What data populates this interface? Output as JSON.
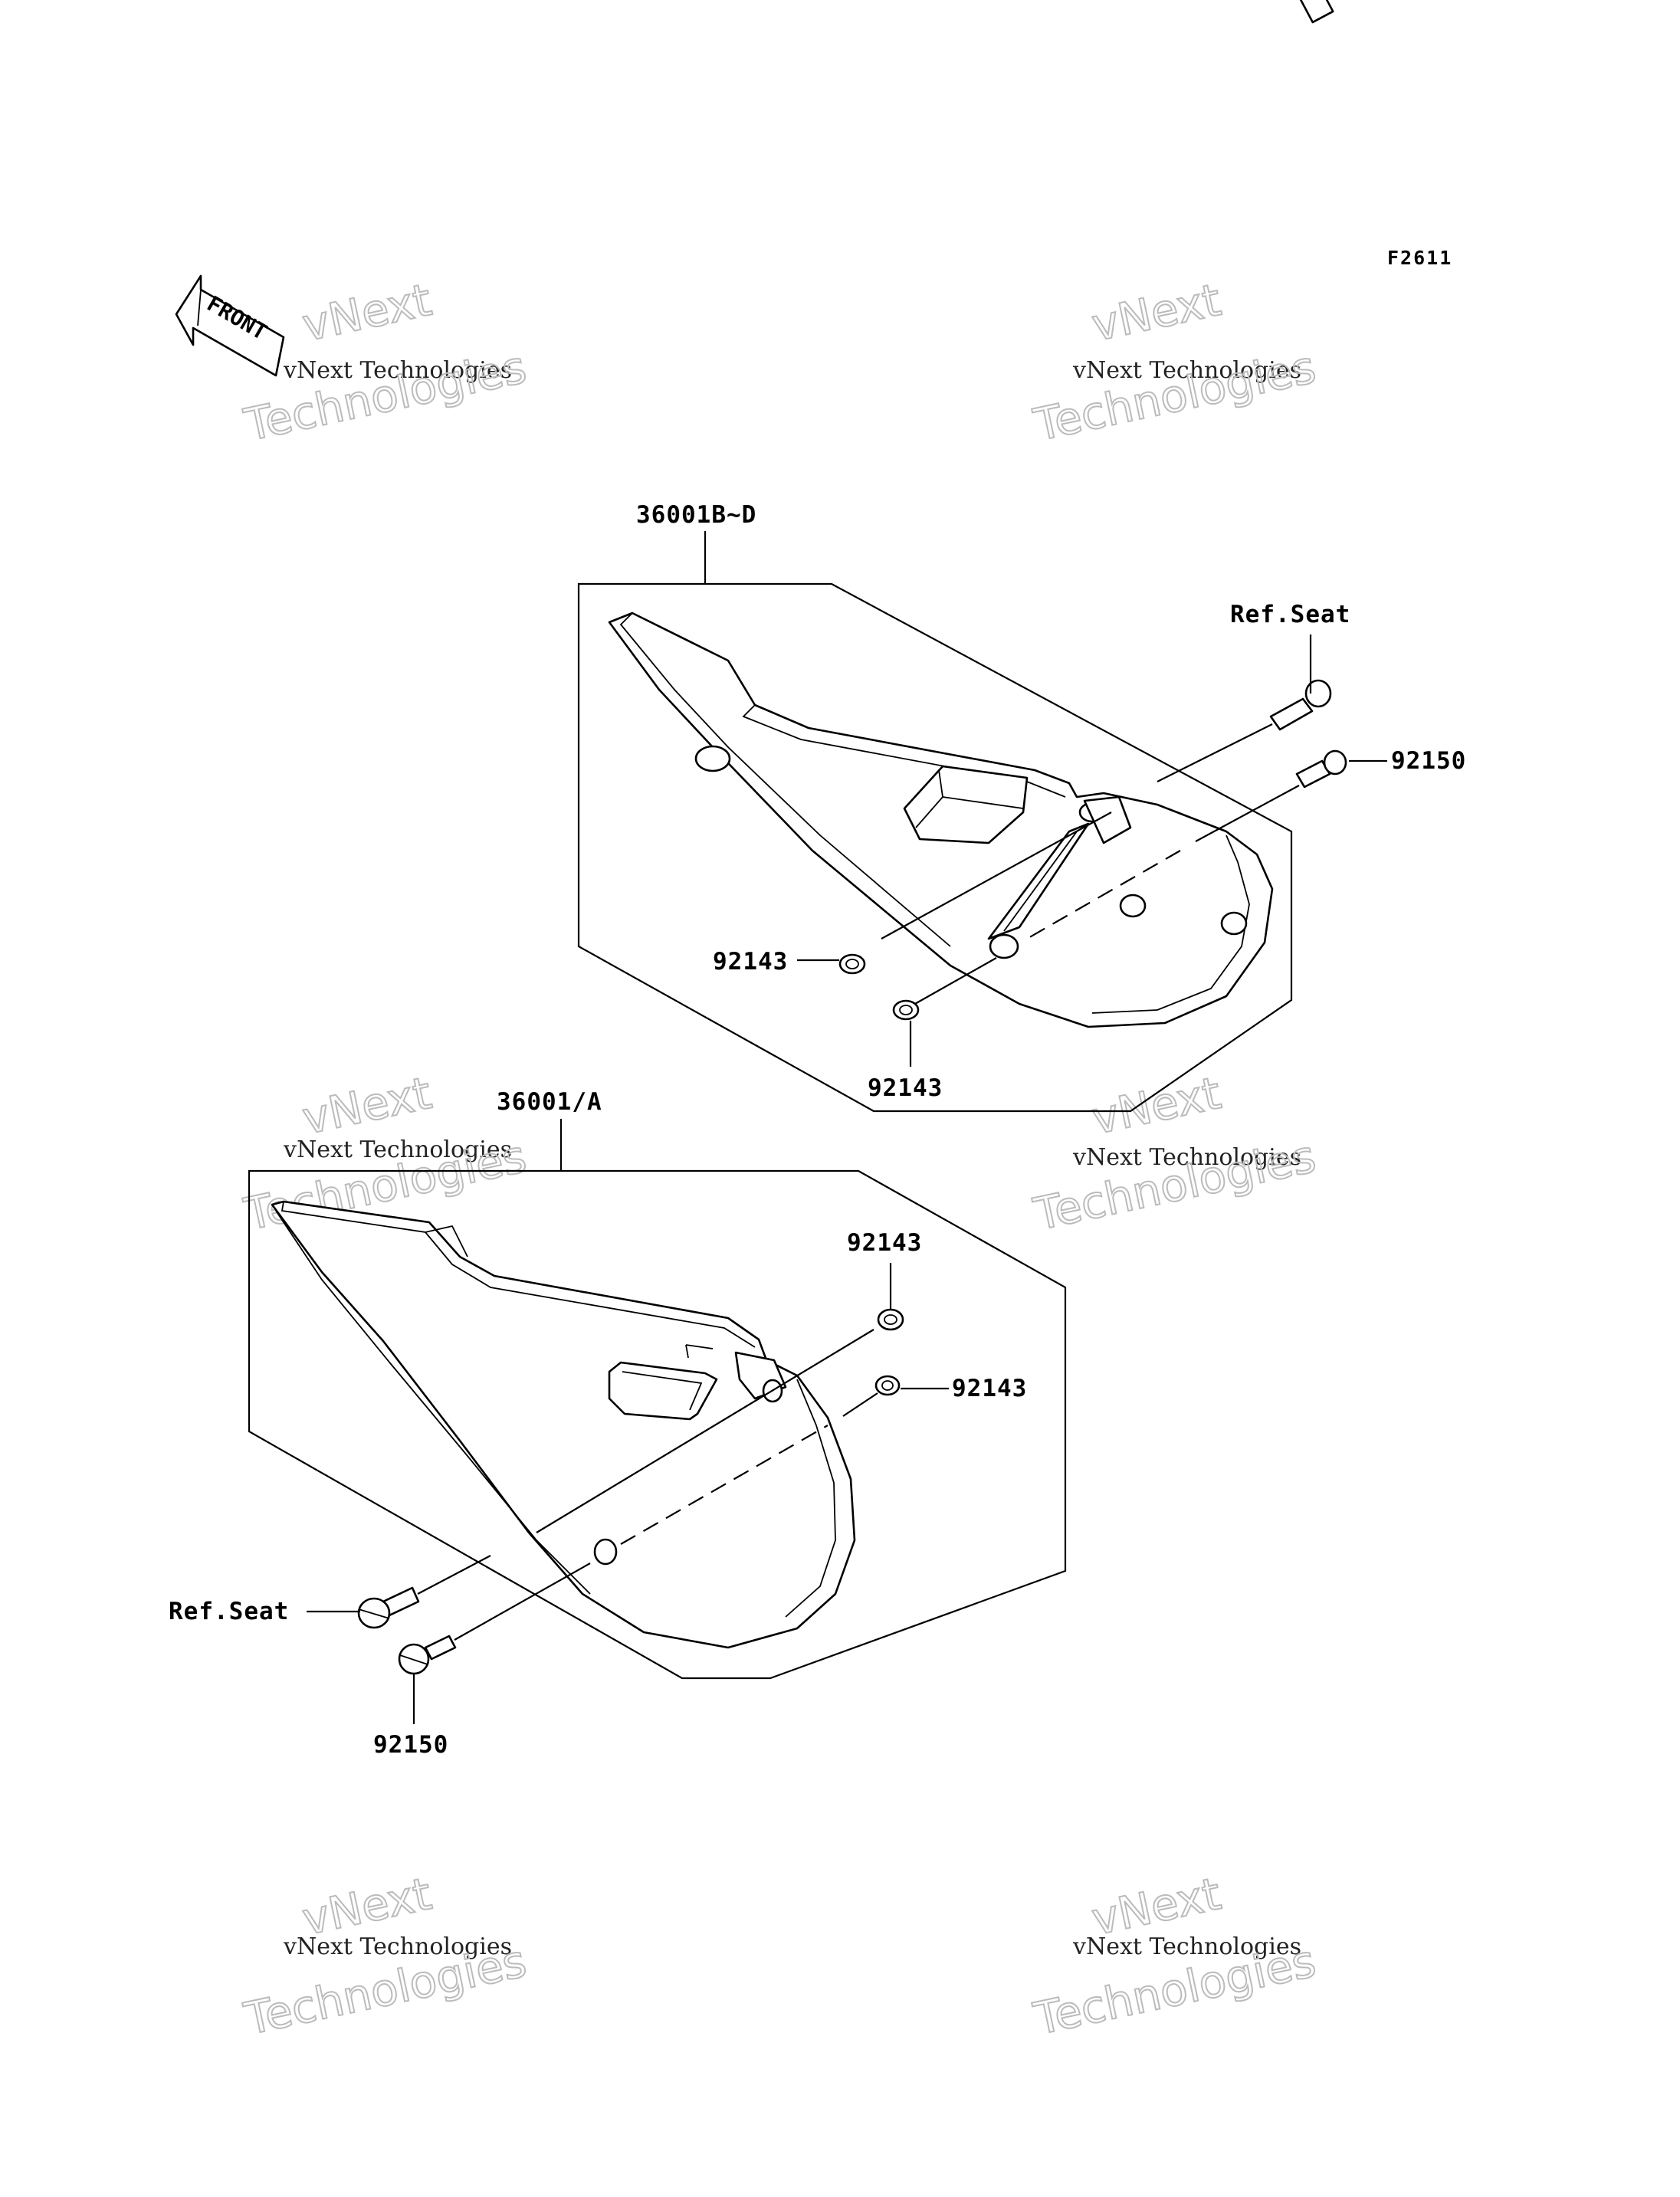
{
  "figure_code": "F2611",
  "front_label": "FRONT",
  "watermark": {
    "line1": "vNext",
    "line2": "vNext Technologies",
    "line3": "Technologies"
  },
  "parts": {
    "upper_cover": "36001B~D",
    "lower_cover": "36001/A",
    "ref_seat_upper": "Ref.Seat",
    "ref_seat_lower": "Ref.Seat",
    "bolt_upper": "92150",
    "bolt_lower": "92150",
    "washer_upper_1": "92143",
    "washer_upper_2": "92143",
    "washer_lower_1": "92143",
    "washer_lower_2": "92143"
  }
}
